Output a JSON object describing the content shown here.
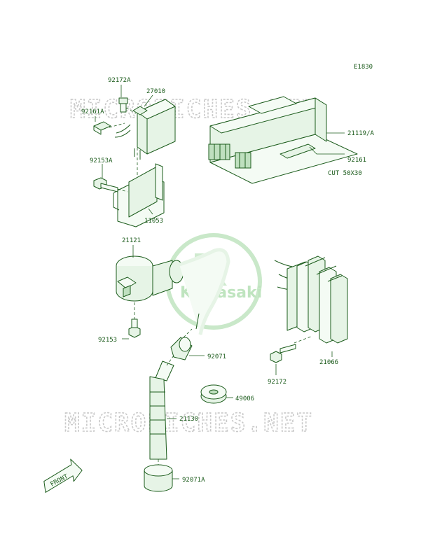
{
  "diagram_code": "E1830",
  "watermarks": [
    "MICROFICHES.NET",
    "MICROFICHES.NET"
  ],
  "logo_text": "Kawasaki",
  "front_marker": "FRONT",
  "parts": [
    {
      "id": "p92172A",
      "number": "92172A"
    },
    {
      "id": "p27010",
      "number": "27010"
    },
    {
      "id": "p92161A",
      "number": "92161A"
    },
    {
      "id": "p21119A",
      "number": "21119/A"
    },
    {
      "id": "p92161",
      "number": "92161"
    },
    {
      "id": "pCut",
      "number": "CUT 50X30"
    },
    {
      "id": "p92153A",
      "number": "92153A"
    },
    {
      "id": "p11053",
      "number": "11053"
    },
    {
      "id": "p21121",
      "number": "21121"
    },
    {
      "id": "p92153",
      "number": "92153"
    },
    {
      "id": "p92071",
      "number": "92071"
    },
    {
      "id": "p21066",
      "number": "21066"
    },
    {
      "id": "p92172",
      "number": "92172"
    },
    {
      "id": "p49006",
      "number": "49006"
    },
    {
      "id": "p21130",
      "number": "21130"
    },
    {
      "id": "p92071A",
      "number": "92071A"
    }
  ],
  "colors": {
    "line": "#1c5c1c",
    "fill": "#e6f4e6",
    "watermark": "#c9c9c9",
    "logo": "#bfe4bf"
  }
}
